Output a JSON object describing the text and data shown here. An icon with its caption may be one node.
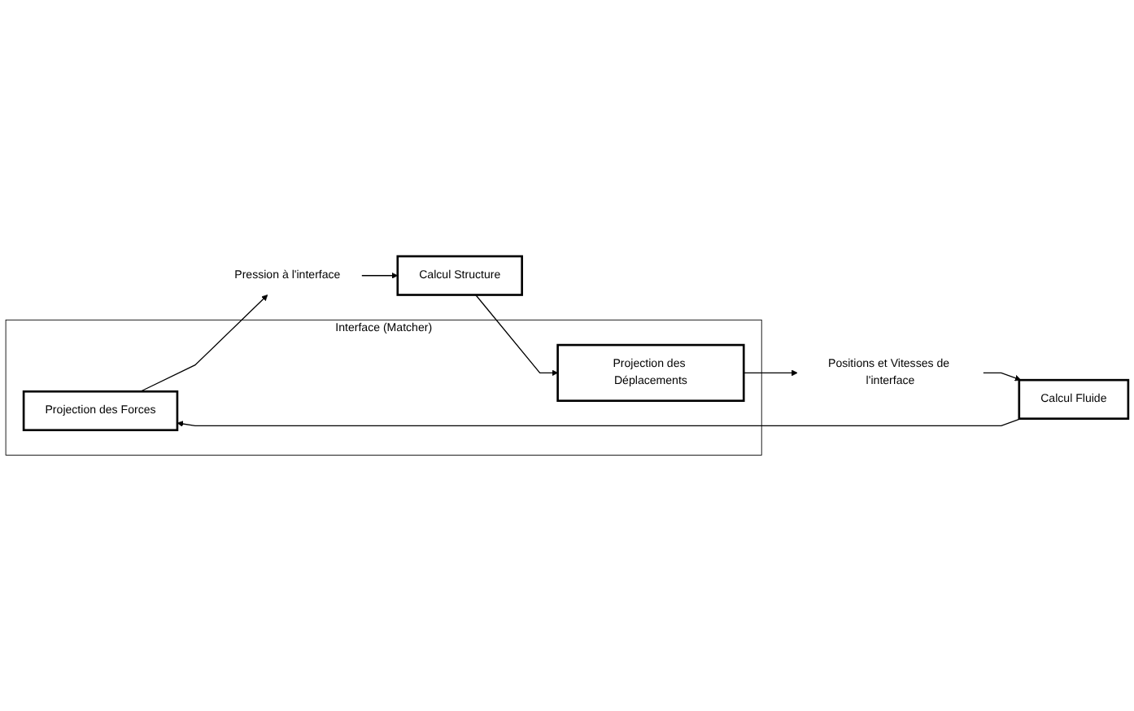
{
  "diagram": {
    "nodes": [
      {
        "text": [
          "Interface (Matcher)"
        ]
      },
      {
        "text": [
          "Projection des Forces"
        ],
        "in": 0
      },
      {
        "text": [
          "Projection des Déplacements"
        ],
        "in": 0
      },
      {
        "text": [
          "Calcul Fluide"
        ]
      },
      {
        "text": [
          "Calcul Structure"
        ]
      },
      {
        "text": [
          "Pression à l'interface"
        ]
      },
      {
        "text": [
          "Positions et Vitesses de l'interface"
        ]
      }
    ],
    "edges": [
      {
        "from": 3,
        "to": 1,
        "arrow": "to"
      },
      {
        "from": 1,
        "to": 5,
        "arrow": "to"
      },
      {
        "from": 5,
        "to": 4,
        "arrow": "to"
      },
      {
        "from": 4,
        "to": 2,
        "arrow": "to"
      },
      {
        "from": 2,
        "to": 6,
        "arrow": "to"
      },
      {
        "from": 6,
        "to": 3,
        "arrow": "to"
      }
    ]
  }
}
